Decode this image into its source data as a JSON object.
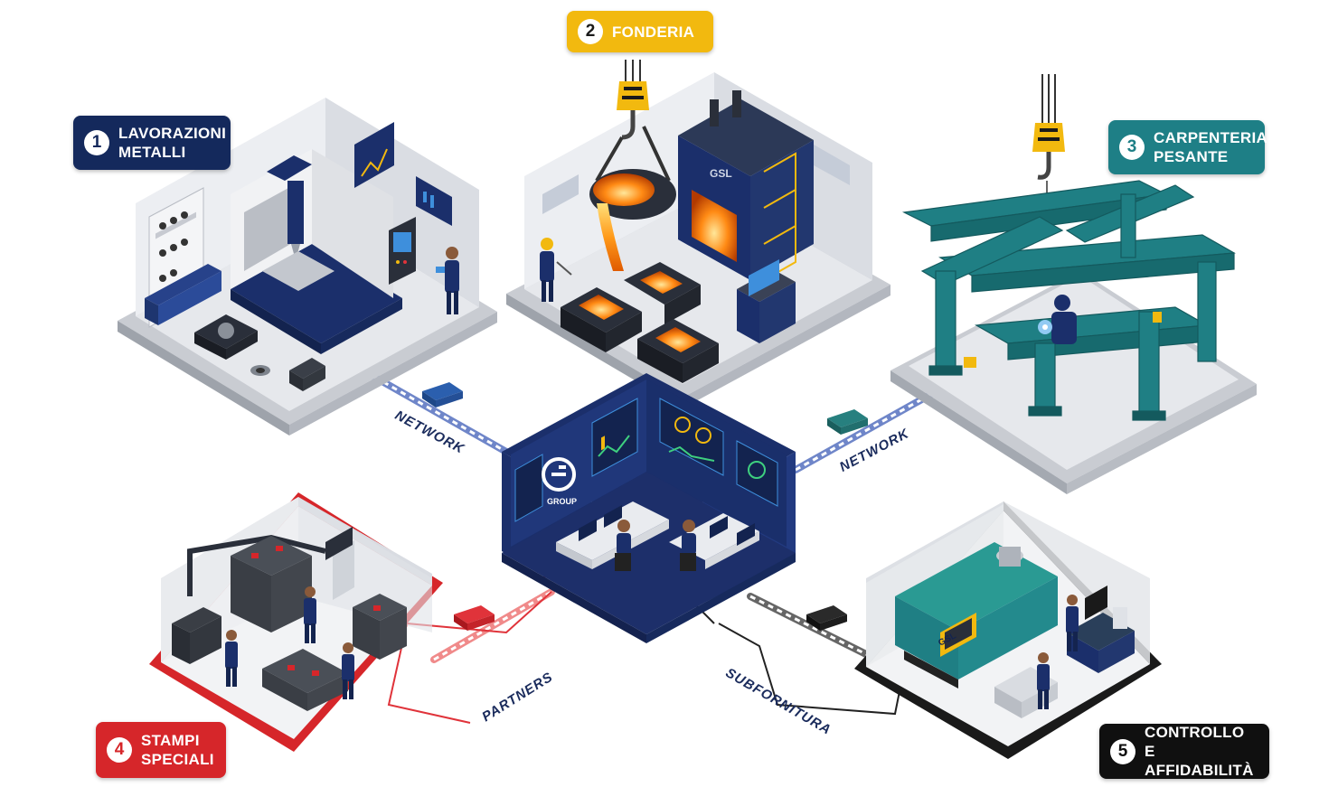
{
  "badges": [
    {
      "number": "1",
      "line1": "LAVORAZIONI",
      "line2": "METALLI",
      "color": "#14295c"
    },
    {
      "number": "2",
      "line1": "FONDERIA",
      "line2": "",
      "color": "#f2b90f"
    },
    {
      "number": "3",
      "line1": "CARPENTERIA",
      "line2": "PESANTE",
      "color": "#1e7f86"
    },
    {
      "number": "4",
      "line1": "STAMPI",
      "line2": "SPECIALI",
      "color": "#d6262a"
    },
    {
      "number": "5",
      "line1": "CONTROLLO E",
      "line2": "AFFIDABILITÀ",
      "color": "#101010"
    }
  ],
  "connections": {
    "network_left": "NETWORK",
    "network_right": "NETWORK",
    "partners": "PARTNERS",
    "subfornitura": "SUBFORNITURA"
  },
  "hub": {
    "logo_text": "GROUP",
    "color": "#1b2f6b"
  },
  "machine_brand": "GSL",
  "colors": {
    "navy": "#1b2f6b",
    "yellow": "#f2b90f",
    "teal": "#1e7f86",
    "red": "#d6262a",
    "black": "#101010",
    "molten": "#ff9a1a"
  }
}
